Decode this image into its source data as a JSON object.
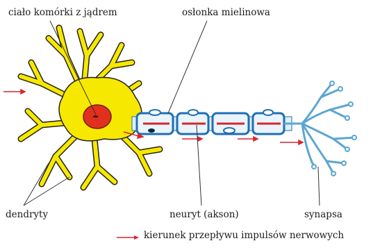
{
  "labels": {
    "cell_body": "ciało komórki z jądrem",
    "myelin_sheath": "osłonka mielinowa",
    "dendrites": "dendryty",
    "neurite": "neuryt (akson)",
    "synapse": "synapsa"
  },
  "legend": {
    "text": "kierunek przepływu impulsów nerwowych",
    "arrow_color": "#d7262e"
  },
  "colors": {
    "soma_fill": "#f7e800",
    "soma_outline": "#222222",
    "nucleus_fill": "#e0311e",
    "myelin_stroke": "#1f6fb5",
    "myelin_fill": "#eaf4fb",
    "terminal_stroke": "#5ba6d1",
    "impulse": "#d7262e",
    "leader": "#333333"
  }
}
